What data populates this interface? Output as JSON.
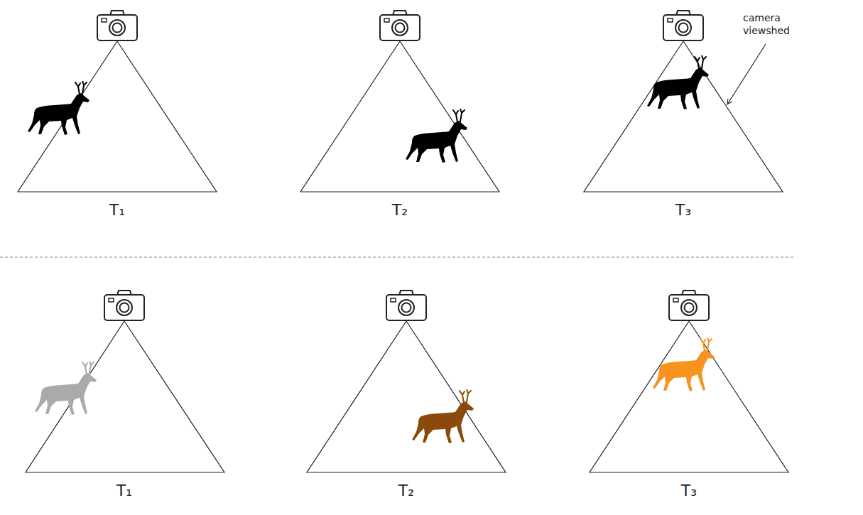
{
  "diagram": {
    "labels": [
      "T₁",
      "T₂",
      "T₃",
      "T₁",
      "T₂",
      "T₃",
      "camera viewshed"
    ]
  }
}
